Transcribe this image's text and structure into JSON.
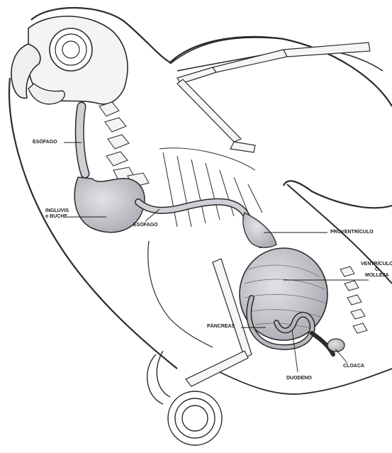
{
  "labels": {
    "esofago_upper": "ESÓFAGO",
    "ingluvis_line1": "INGLUVIS",
    "ingluvis_line2": "o BUCHE",
    "esofago_lower": "ESÓFAGO",
    "proventriculo": "PROVENTRÍCULO",
    "ventriculo_line1": "VENTRÍCULO",
    "ventriculo_line2": "O",
    "ventriculo_line3": "MOLLEJA",
    "pancreas": "PÁNCREAS",
    "cloaca": "CLOACA",
    "duodeno": "DUODENO"
  },
  "colors": {
    "outline": "#2a2a2a",
    "organ_fill": "#c9c9cf",
    "organ_dark": "#9a9aa3",
    "bone": "#f4f4f4"
  }
}
